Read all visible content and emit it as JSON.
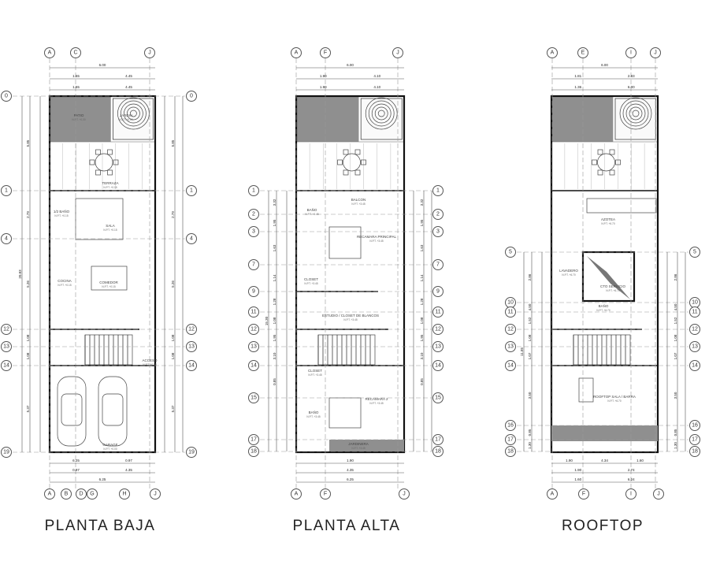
{
  "plans": [
    {
      "title": "PLANTA BAJA",
      "columns_top": [
        "A",
        "C",
        "J"
      ],
      "columns_bottom": [
        "A",
        "B",
        "D",
        "G",
        "H",
        "J"
      ],
      "rows": [
        "0",
        "1",
        "4",
        "12",
        "13",
        "14",
        "19"
      ],
      "dims_top": [
        "6.00",
        "1.55",
        "4.45",
        "1.55",
        "4.45"
      ],
      "dims_bottom": [
        "6.25",
        "0.97",
        "0.97",
        "4.35",
        "6.25"
      ],
      "dims_side": [
        "5.85",
        "2.79",
        "5.26",
        "1.08",
        "1.08",
        "5.37",
        "20.83"
      ],
      "rooms": [
        {
          "name": "PATIO",
          "level": "N.P.T. +0.00"
        },
        {
          "name": "JARDIN",
          "level": "N.P.T. +0.00"
        },
        {
          "name": "TERRAZA",
          "level": "N.P.T. +0.15"
        },
        {
          "name": "1/2 BAÑO",
          "level": "N.P.T. +0.15"
        },
        {
          "name": "SALA",
          "level": "N.P.T. +0.15"
        },
        {
          "name": "COCINA",
          "level": "N.P.T. +0.15"
        },
        {
          "name": "COMEDOR",
          "level": "N.P.T. +0.15"
        },
        {
          "name": "ACCESO",
          "level": "N.P.T. +0.15"
        },
        {
          "name": "GARAGE",
          "level": "N.P.T. +0.00"
        }
      ]
    },
    {
      "title": "PLANTA ALTA",
      "columns_top": [
        "A",
        "F",
        "J"
      ],
      "columns_bottom": [
        "A",
        "F",
        "J"
      ],
      "rows": [
        "1",
        "2",
        "3",
        "7",
        "9",
        "11",
        "12",
        "13",
        "14",
        "15",
        "17",
        "18"
      ],
      "dims_top": [
        "6.00",
        "1.90",
        "4.10",
        "1.90",
        "4.10"
      ],
      "dims_bottom": [
        "1.90",
        "4.35",
        "6.25"
      ],
      "dims_side": [
        "3.32",
        "1.95",
        "1.63",
        "1.14",
        "1.28",
        "1.08",
        "1.95",
        "3.10",
        "0.85",
        "15.30"
      ],
      "rooms": [
        {
          "name": "BALCON",
          "level": "N.P.T. +3.45"
        },
        {
          "name": "BAÑO",
          "level": "N.P.T. +3.45"
        },
        {
          "name": "RECAMARA PRINCIPAL",
          "level": "N.P.T. +3.45"
        },
        {
          "name": "CLOSET",
          "level": "N.P.T. +3.45"
        },
        {
          "name": "ESTUDIO / CLOSET DE BLANCOS",
          "level": "N.P.T. +3.45"
        },
        {
          "name": "CLOSET",
          "level": "N.P.T. +3.45"
        },
        {
          "name": "RECAMARA 2",
          "level": "N.P.T. +3.45"
        },
        {
          "name": "BAÑO",
          "level": "N.P.T. +3.45"
        },
        {
          "name": "JARDINERA",
          "level": "N.P.T. +3.45"
        }
      ]
    },
    {
      "title": "ROOFTOP",
      "columns_top": [
        "A",
        "E",
        "I",
        "J"
      ],
      "columns_bottom": [
        "A",
        "F",
        "I",
        "J"
      ],
      "rows": [
        "5",
        "10",
        "11",
        "12",
        "13",
        "14",
        "16",
        "17",
        "18"
      ],
      "dims_top": [
        "6.00",
        "1.81",
        "2.83",
        "1.36",
        "6.00"
      ],
      "dims_bottom": [
        "1.90",
        "4.34",
        "1.60",
        "1.90",
        "2.74",
        "1.60",
        "6.24"
      ],
      "dims_side": [
        "2.86",
        "4.50",
        "1.52",
        "1.08",
        "1.07",
        "3.50",
        "0.85",
        "1.30",
        "11.85"
      ],
      "rooms": [
        {
          "name": "AZOTEA",
          "level": "N.P.T. +6.70"
        },
        {
          "name": "LAVADERO",
          "level": "N.P.T. +6.70"
        },
        {
          "name": "CTO SERVICIO",
          "level": "N.P.T. +6.70"
        },
        {
          "name": "BAÑO",
          "level": "N.P.T. +6.70"
        },
        {
          "name": "ROOFTOP SALA / BARRA",
          "level": "N.P.T. +6.70"
        }
      ]
    }
  ]
}
